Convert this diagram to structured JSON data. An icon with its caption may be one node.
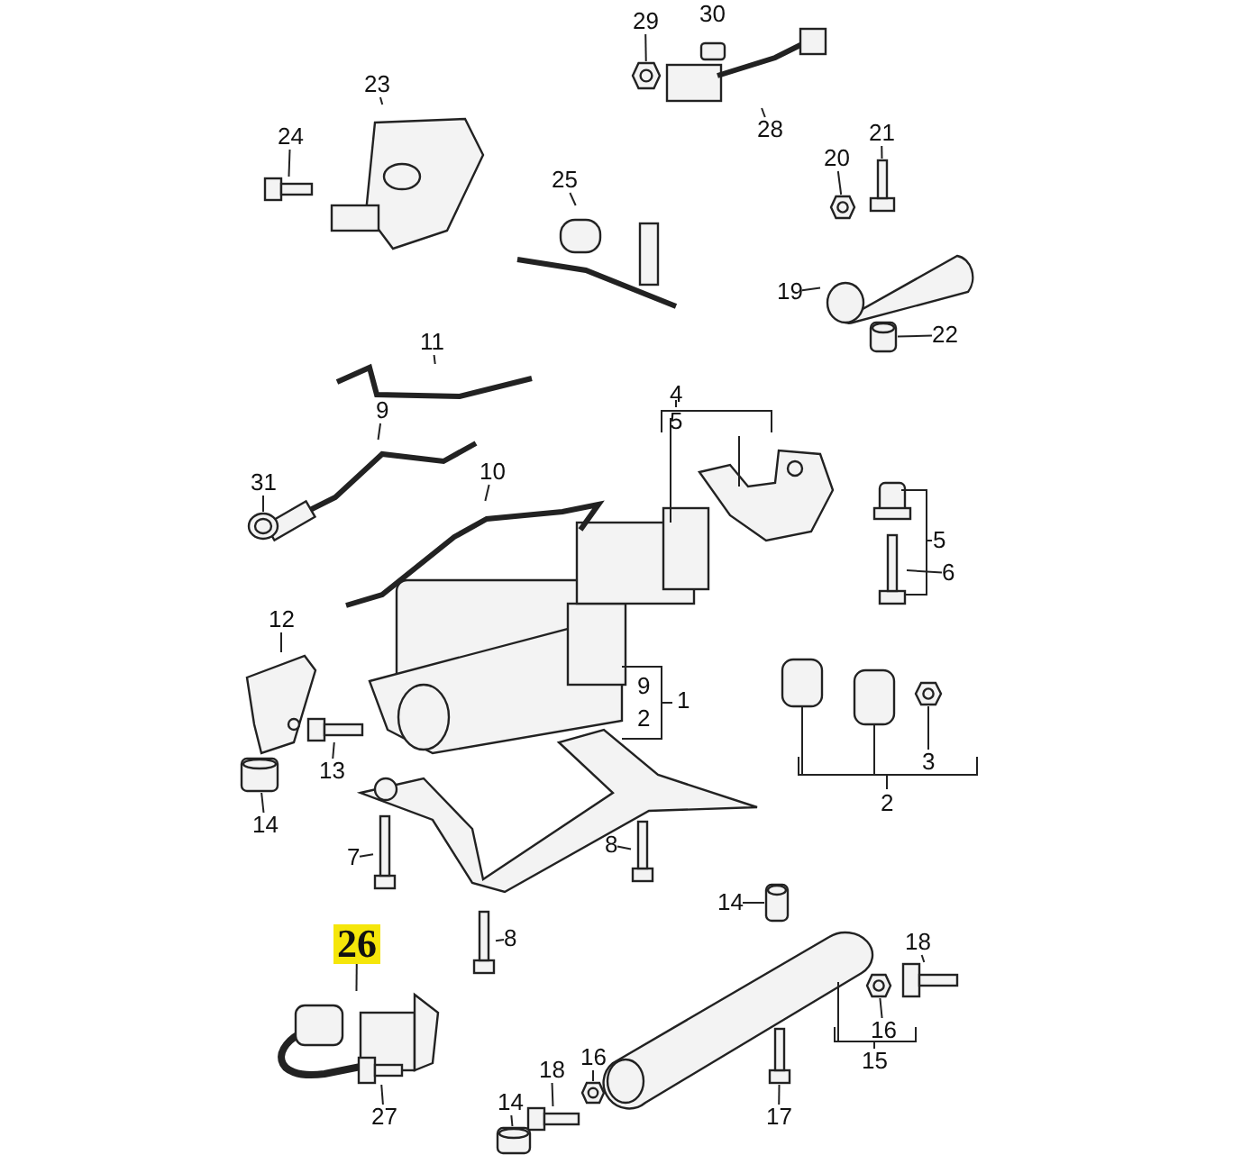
{
  "diagram": {
    "nodes": [
      {
        "text": [
          "24"
        ]
      },
      {
        "text": [],
        "shape": "picture"
      },
      {
        "text": [
          "23"
        ]
      },
      {
        "text": [],
        "shape": "picture"
      },
      {
        "text": [
          "25"
        ]
      },
      {
        "text": [],
        "shape": "picture"
      },
      {
        "text": [
          "29"
        ]
      },
      {
        "text": [],
        "shape": "picture"
      },
      {
        "text": [
          "28"
        ]
      },
      {
        "text": [],
        "shape": "picture"
      },
      {
        "text": [
          "21"
        ]
      },
      {
        "text": [],
        "shape": "picture"
      },
      {
        "text": [
          "20"
        ]
      },
      {
        "text": [],
        "shape": "picture"
      },
      {
        "text": [
          "19"
        ]
      },
      {
        "text": [],
        "shape": "picture"
      },
      {
        "text": [
          "22"
        ]
      },
      {
        "text": [],
        "shape": "picture"
      },
      {
        "text": [
          "11"
        ]
      },
      {
        "text": [],
        "shape": "picture"
      },
      {
        "text": [
          "9"
        ]
      },
      {
        "text": [],
        "shape": "picture"
      },
      {
        "text": [
          "31"
        ]
      },
      {
        "text": [],
        "shape": "picture"
      },
      {
        "text": [
          "10"
        ]
      },
      {
        "text": [],
        "shape": "picture"
      },
      {
        "text": [
          "6"
        ]
      },
      {
        "text": [],
        "shape": "picture"
      },
      {
        "text": [
          "12"
        ]
      },
      {
        "text": [],
        "shape": "picture"
      },
      {
        "text": [
          "13"
        ]
      },
      {
        "text": [],
        "shape": "picture"
      },
      {
        "text": [
          "3"
        ]
      },
      {
        "text": [],
        "shape": "picture"
      },
      {
        "text": [
          "14"
        ]
      },
      {
        "text": [],
        "shape": "picture"
      },
      {
        "text": [
          "7"
        ]
      },
      {
        "text": [],
        "shape": "picture"
      },
      {
        "text": [
          "8"
        ]
      },
      {
        "text": [],
        "shape": "picture"
      },
      {
        "text": [
          "14"
        ]
      },
      {
        "text": [],
        "shape": "picture"
      },
      {
        "text": [
          "8"
        ]
      },
      {
        "text": [],
        "shape": "picture"
      },
      {
        "text": [
          "18"
        ]
      },
      {
        "text": [],
        "shape": "picture"
      },
      {
        "text": [
          "26"
        ]
      },
      {
        "text": [],
        "shape": "picture"
      },
      {
        "text": [
          "16"
        ]
      },
      {
        "text": [],
        "shape": "picture"
      },
      {
        "text": [
          "16"
        ]
      },
      {
        "text": [],
        "shape": "picture"
      },
      {
        "text": [
          "17"
        ]
      },
      {
        "text": [],
        "shape": "picture"
      },
      {
        "text": [
          "18"
        ]
      },
      {
        "text": [],
        "shape": "picture"
      },
      {
        "text": [
          "27"
        ]
      },
      {
        "text": [],
        "shape": "picture"
      },
      {
        "text": [
          "14"
        ]
      },
      {
        "text": [],
        "shape": "picture"
      }
    ],
    "edges": [
      {
        "from": 0,
        "to": 1,
        "arrow": "none"
      },
      {
        "from": 2,
        "to": 3,
        "arrow": "none"
      },
      {
        "from": 4,
        "to": 5,
        "arrow": "none"
      },
      {
        "from": 6,
        "to": 7,
        "arrow": "none"
      },
      {
        "from": 8,
        "to": 9,
        "arrow": "none"
      },
      {
        "from": 10,
        "to": 11,
        "arrow": "none"
      },
      {
        "from": 12,
        "to": 13,
        "arrow": "none"
      },
      {
        "from": 14,
        "to": 15,
        "arrow": "none"
      },
      {
        "from": 16,
        "to": 17,
        "arrow": "none"
      },
      {
        "from": 18,
        "to": 19,
        "arrow": "none"
      },
      {
        "from": 20,
        "to": 21,
        "arrow": "none"
      },
      {
        "from": 22,
        "to": 23,
        "arrow": "none"
      },
      {
        "from": 24,
        "to": 25,
        "arrow": "none"
      },
      {
        "from": 26,
        "to": 27,
        "arrow": "none"
      },
      {
        "from": 28,
        "to": 29,
        "arrow": "none"
      },
      {
        "from": 30,
        "to": 31,
        "arrow": "none"
      },
      {
        "from": 32,
        "to": 33,
        "arrow": "none"
      },
      {
        "from": 34,
        "to": 35,
        "arrow": "none"
      },
      {
        "from": 36,
        "to": 37,
        "arrow": "none"
      },
      {
        "from": 38,
        "to": 39,
        "arrow": "none"
      },
      {
        "from": 40,
        "to": 41,
        "arrow": "none"
      },
      {
        "from": 42,
        "to": 43,
        "arrow": "none"
      },
      {
        "from": 44,
        "to": 45,
        "arrow": "none"
      },
      {
        "from": 46,
        "to": 47,
        "arrow": "none"
      },
      {
        "from": 48,
        "to": 49,
        "arrow": "none"
      },
      {
        "from": 50,
        "to": 51,
        "arrow": "none"
      },
      {
        "from": 52,
        "to": 53,
        "arrow": "none"
      },
      {
        "from": 54,
        "to": 55,
        "arrow": "none"
      },
      {
        "from": 56,
        "to": 57,
        "arrow": "none"
      },
      {
        "from": 58,
        "to": 59,
        "arrow": "none"
      }
    ],
    "labels": [
      "30",
      "4",
      "5",
      "5",
      "9",
      "1",
      "2",
      "2",
      "15"
    ]
  }
}
